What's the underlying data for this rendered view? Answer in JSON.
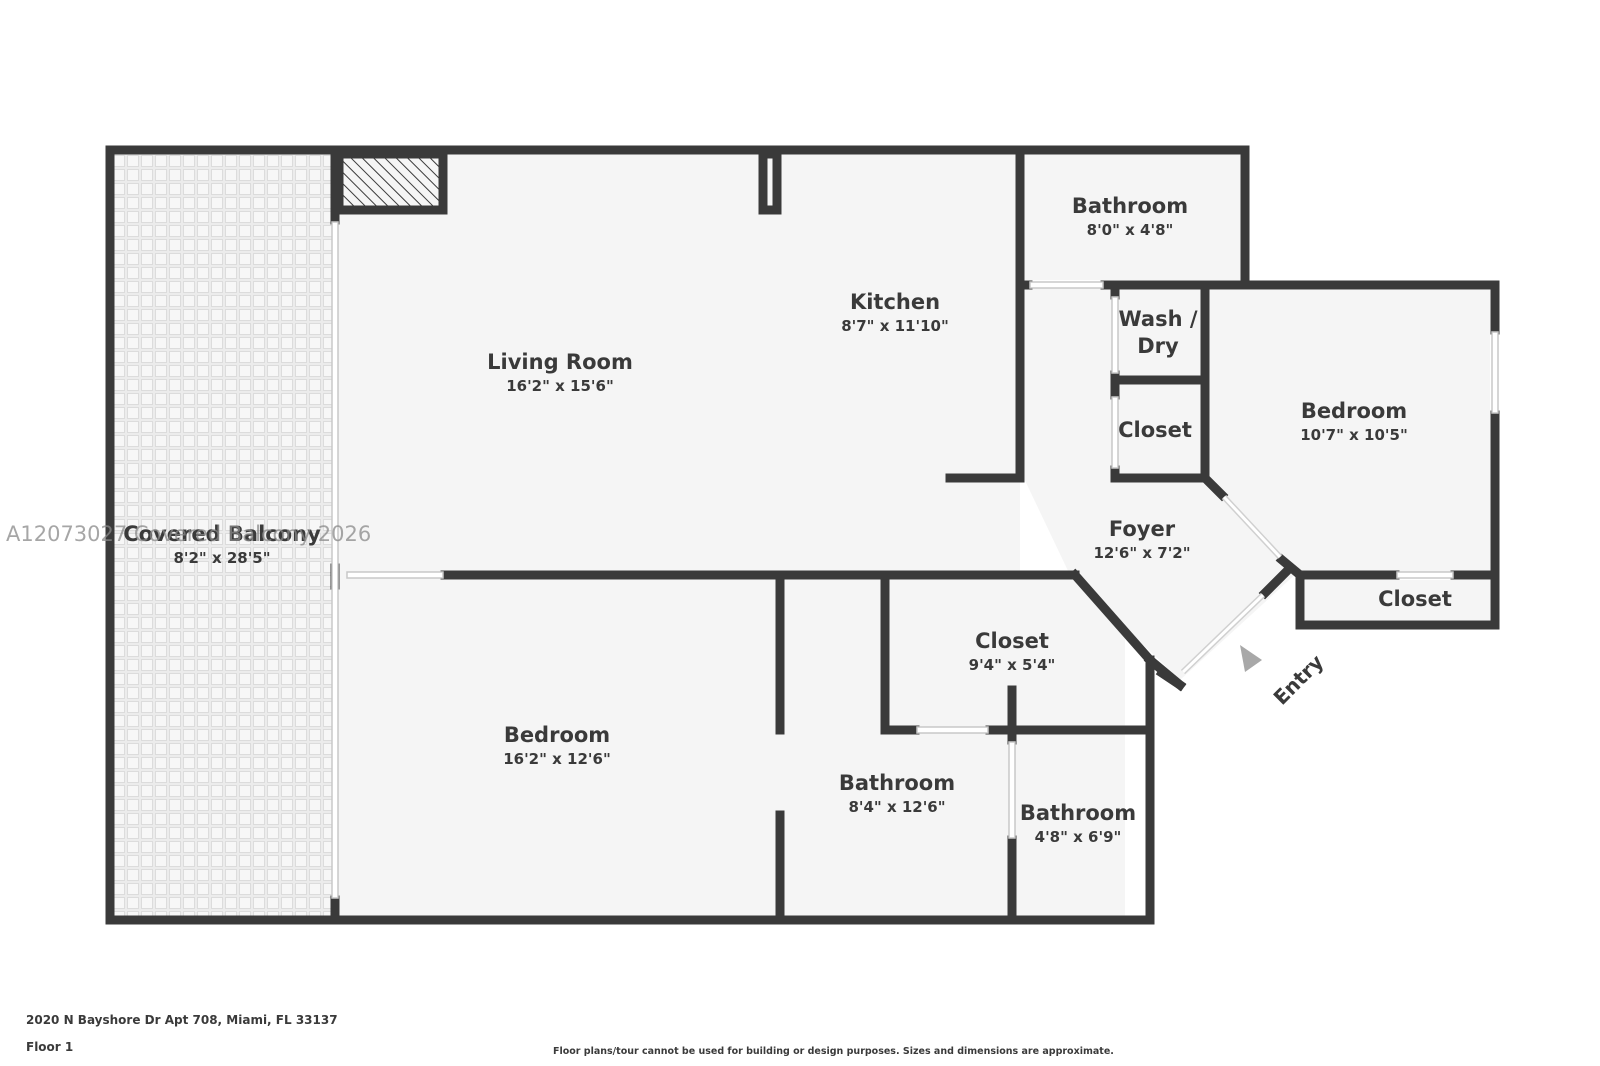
{
  "rooms": {
    "balcony": {
      "name": "Covered Balcony",
      "dim": "8'2\" x 28'5\""
    },
    "living": {
      "name": "Living Room",
      "dim": "16'2\" x 15'6\""
    },
    "kitchen": {
      "name": "Kitchen",
      "dim": "8'7\" x 11'10\""
    },
    "bath_top": {
      "name": "Bathroom",
      "dim": "8'0\" x 4'8\""
    },
    "wash_line1": "Wash /",
    "wash_line2": "Dry",
    "closet_small": {
      "name": "Closet"
    },
    "bed_right": {
      "name": "Bedroom",
      "dim": "10'7\" x 10'5\""
    },
    "foyer": {
      "name": "Foyer",
      "dim": "12'6\" x 7'2\""
    },
    "closet_right": {
      "name": "Closet"
    },
    "closet_mid": {
      "name": "Closet",
      "dim": "9'4\" x 5'4\""
    },
    "bed_main": {
      "name": "Bedroom",
      "dim": "16'2\" x 12'6\""
    },
    "bath_mid": {
      "name": "Bathroom",
      "dim": "8'4\" x 12'6\""
    },
    "bath_small": {
      "name": "Bathroom",
      "dim": "4'8\" x 6'9\""
    }
  },
  "entry_label": "Entry",
  "watermark": "A12073027 Covered Balcony 2026",
  "footer": {
    "address": "2020 N Bayshore Dr Apt 708, Miami, FL 33137",
    "floor": "Floor 1",
    "disclaimer": "Floor plans/tour cannot be used for building or design purposes. Sizes and dimensions are approximate."
  },
  "colors": {
    "wall": "#3a3a3a",
    "floor": "#f5f5f5",
    "balcony": "#eaeaea",
    "window": "#ffffff"
  }
}
